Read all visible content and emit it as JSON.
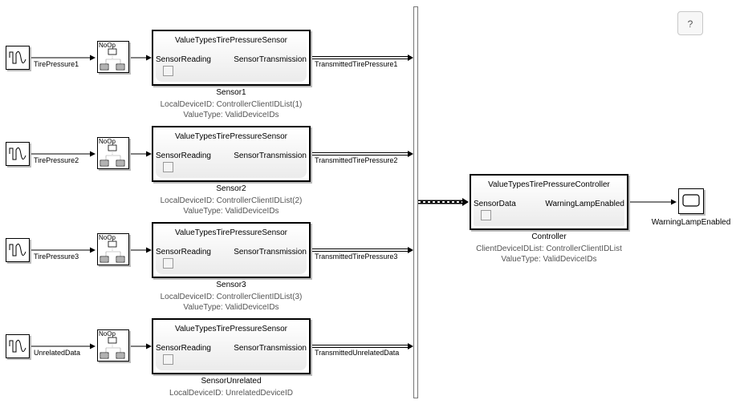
{
  "help_button": {
    "label": "?"
  },
  "sensors": [
    {
      "source_signal": "TirePressure1",
      "ref_model": "ValueTypesTirePressureSensor",
      "in_port": "SensorReading",
      "out_port": "SensorTransmission",
      "out_signal": "TransmittedTirePressure1",
      "name": "Sensor1",
      "params": [
        "LocalDeviceID: ControllerClientIDList(1)",
        "ValueType: ValidDeviceIDs"
      ]
    },
    {
      "source_signal": "TirePressure2",
      "ref_model": "ValueTypesTirePressureSensor",
      "in_port": "SensorReading",
      "out_port": "SensorTransmission",
      "out_signal": "TransmittedTirePressure2",
      "name": "Sensor2",
      "params": [
        "LocalDeviceID: ControllerClientIDList(2)",
        "ValueType: ValidDeviceIDs"
      ]
    },
    {
      "source_signal": "TirePressure3",
      "ref_model": "ValueTypesTirePressureSensor",
      "in_port": "SensorReading",
      "out_port": "SensorTransmission",
      "out_signal": "TransmittedTirePressure3",
      "name": "Sensor3",
      "params": [
        "LocalDeviceID: ControllerClientIDList(3)",
        "ValueType: ValidDeviceIDs"
      ]
    },
    {
      "source_signal": "UnrelatedData",
      "ref_model": "ValueTypesTirePressureSensor",
      "in_port": "SensorReading",
      "out_port": "SensorTransmission",
      "out_signal": "TransmittedUnrelatedData",
      "name": "SensorUnrelated",
      "params": [
        "LocalDeviceID: UnrelatedDeviceID"
      ]
    }
  ],
  "converter_label": "NoOp",
  "controller": {
    "ref_model": "ValueTypesTirePressureController",
    "in_port": "SensorData",
    "out_port": "WarningLampEnabled",
    "name": "Controller",
    "params": [
      "ClientDeviceIDList: ControllerClientIDList",
      "ValueType: ValidDeviceIDs"
    ]
  },
  "scope": {
    "name": "WarningLampEnabled"
  }
}
